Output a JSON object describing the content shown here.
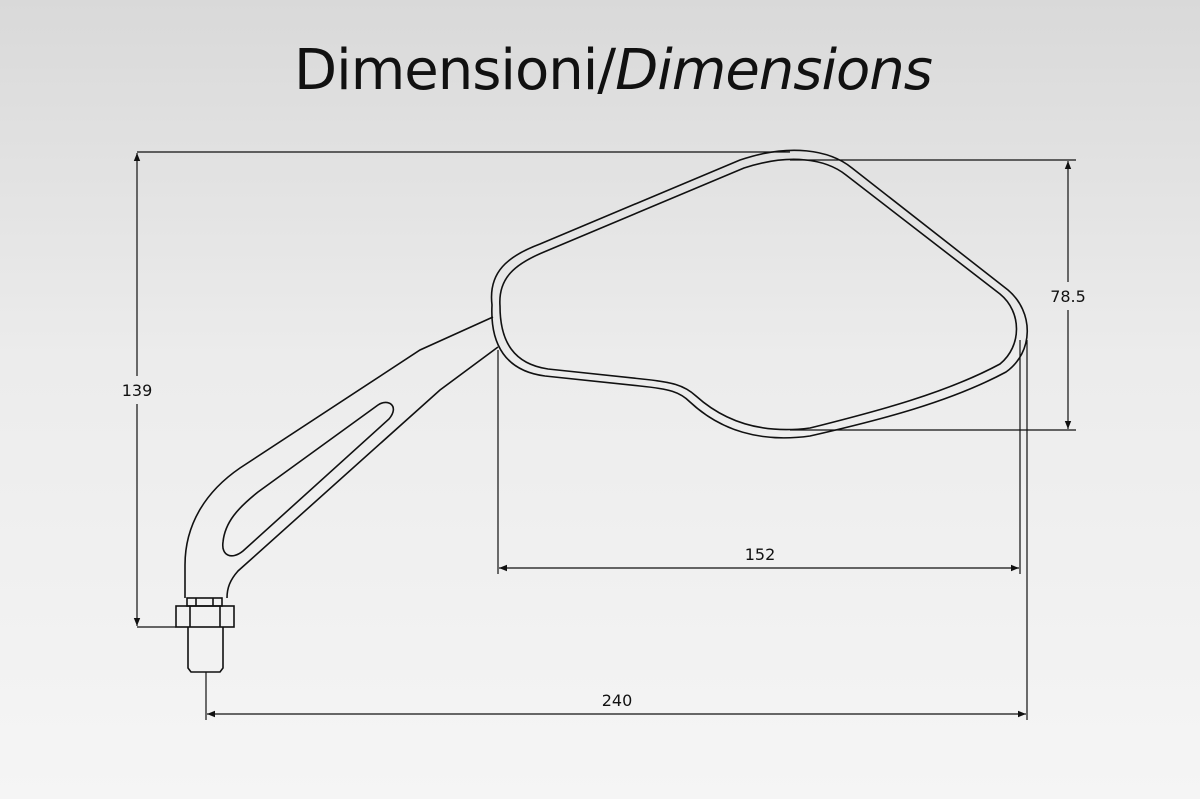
{
  "title": {
    "italian": "Dimensioni/",
    "english": "Dimensions"
  },
  "dimensions": {
    "total_height": "139",
    "mirror_height": "78.5",
    "mirror_width": "152",
    "total_width": "240"
  },
  "colors": {
    "line": "#111111"
  }
}
